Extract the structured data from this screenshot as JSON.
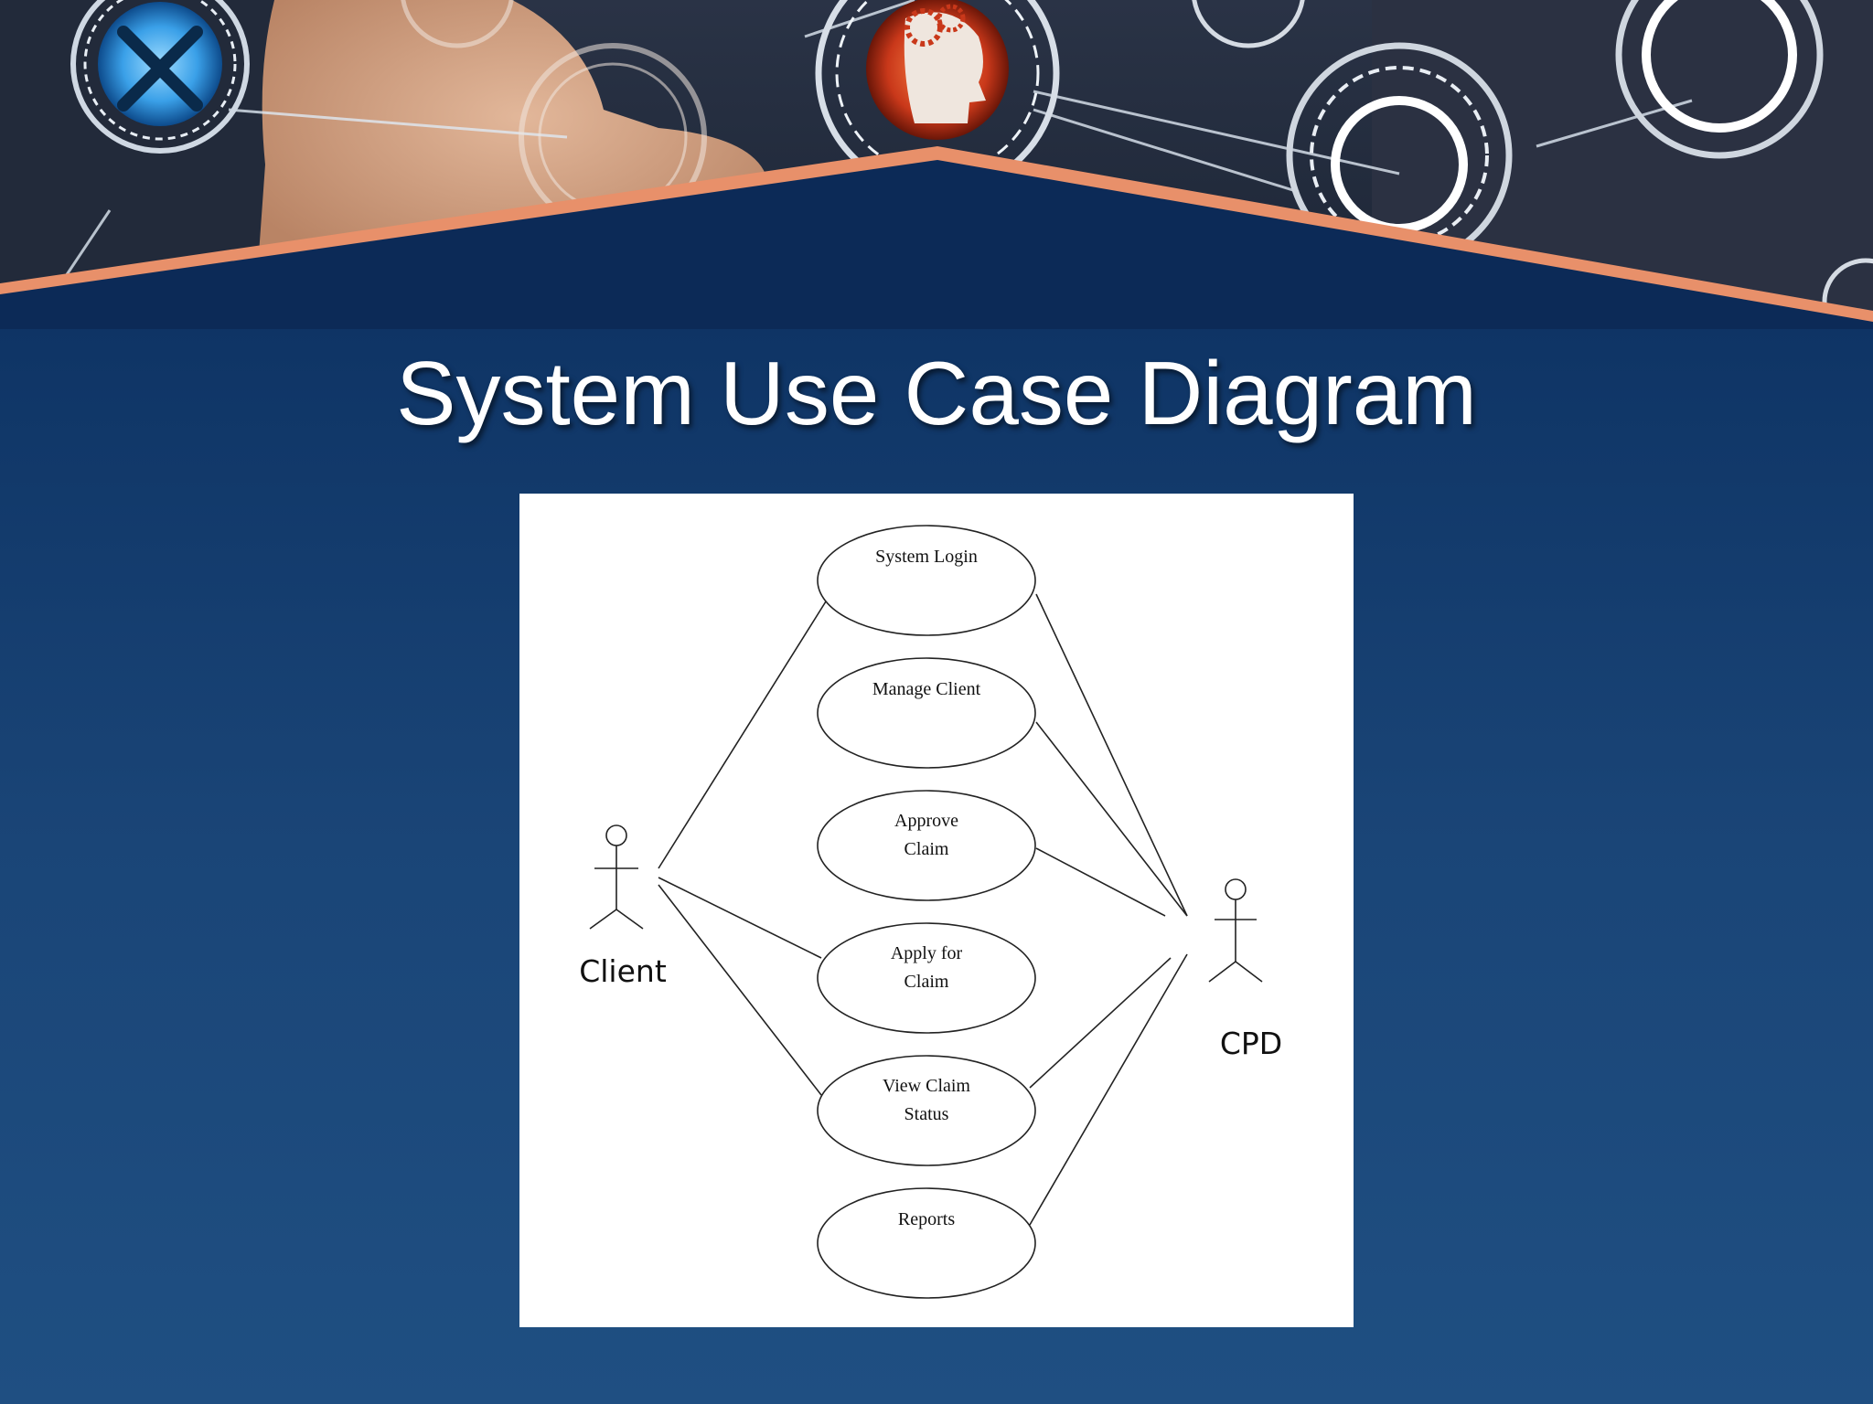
{
  "slide": {
    "title": "System Use Case Diagram",
    "background_colors": [
      "#0a2a55",
      "#1f4f82"
    ],
    "accent_color": "#e8906a"
  },
  "banner": {
    "icons": [
      "wrench-screwdriver-icon",
      "head-gears-icon",
      "network-node-icon"
    ]
  },
  "diagram": {
    "actors": [
      {
        "id": "client",
        "label": "Client"
      },
      {
        "id": "cpd",
        "label": "CPD"
      }
    ],
    "use_cases": [
      {
        "id": "system-login",
        "lines": [
          "System Login"
        ]
      },
      {
        "id": "manage-client",
        "lines": [
          "Manage Client"
        ]
      },
      {
        "id": "approve-claim",
        "lines": [
          "Approve",
          "Claim"
        ]
      },
      {
        "id": "apply-for-claim",
        "lines": [
          "Apply for",
          "Claim"
        ]
      },
      {
        "id": "view-claim-status",
        "lines": [
          "View Claim",
          "Status"
        ]
      },
      {
        "id": "reports",
        "lines": [
          "Reports"
        ]
      }
    ],
    "associations": [
      {
        "actor": "client",
        "use_case": "system-login"
      },
      {
        "actor": "client",
        "use_case": "apply-for-claim"
      },
      {
        "actor": "client",
        "use_case": "view-claim-status"
      },
      {
        "actor": "cpd",
        "use_case": "system-login"
      },
      {
        "actor": "cpd",
        "use_case": "manage-client"
      },
      {
        "actor": "cpd",
        "use_case": "approve-claim"
      },
      {
        "actor": "cpd",
        "use_case": "view-claim-status"
      },
      {
        "actor": "cpd",
        "use_case": "reports"
      }
    ]
  }
}
